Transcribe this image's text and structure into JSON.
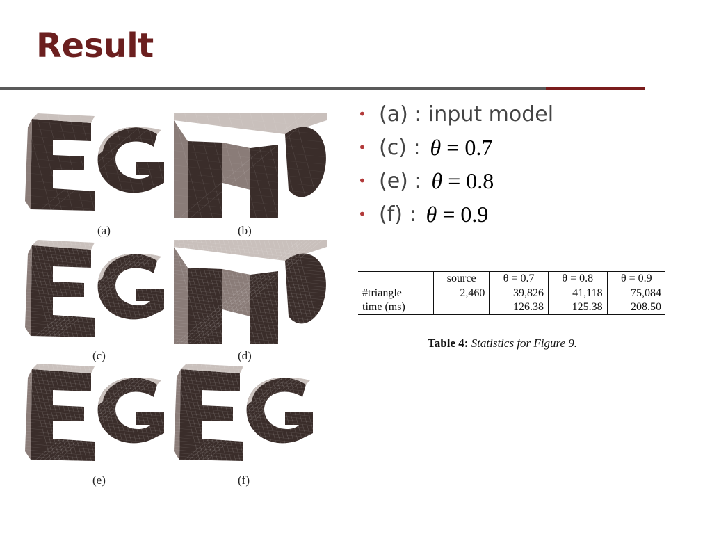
{
  "slide": {
    "title": "Result"
  },
  "figures": [
    {
      "label": "(a)"
    },
    {
      "label": "(b)"
    },
    {
      "label": "(c)"
    },
    {
      "label": "(d)"
    },
    {
      "label": "(e)"
    },
    {
      "label": "(f)"
    }
  ],
  "bullets": [
    {
      "text": "(a) : input model",
      "math": ""
    },
    {
      "text": "(c) :",
      "math_var": "θ",
      "math_rest": " = 0.7"
    },
    {
      "text": "(e) :",
      "math_var": "θ",
      "math_rest": " = 0.8"
    },
    {
      "text": "(f) :",
      "math_var": "θ",
      "math_rest": " = 0.9"
    }
  ],
  "table": {
    "headers": [
      "",
      "source",
      "θ = 0.7",
      "θ = 0.8",
      "θ = 0.9"
    ],
    "rows": [
      [
        "#triangle",
        "2,460",
        "39,826",
        "41,118",
        "75,084"
      ],
      [
        "time (ms)",
        "",
        "126.38",
        "125.38",
        "208.50"
      ]
    ],
    "caption_bold": "Table 4:",
    "caption_italic": "Statistics for Figure 9."
  }
}
